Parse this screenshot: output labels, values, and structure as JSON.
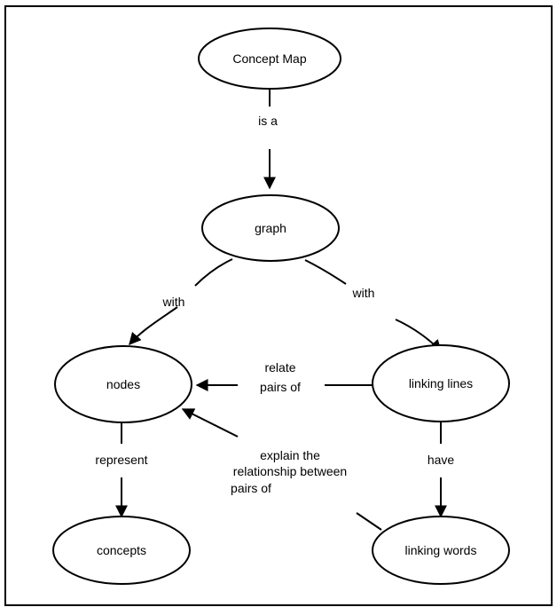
{
  "diagram": {
    "nodes": {
      "concept_map": "Concept Map",
      "graph": "graph",
      "nodes": "nodes",
      "linking_lines": "linking lines",
      "concepts": "concepts",
      "linking_words": "linking words"
    },
    "links": {
      "is_a": "is a",
      "with_left": "with",
      "with_right": "with",
      "relate_1": "relate",
      "relate_2": "pairs of",
      "represent": "represent",
      "have": "have",
      "explain_1": "explain the",
      "explain_2": "relationship between",
      "explain_3": "pairs of"
    }
  },
  "colors": {
    "stroke": "#000000",
    "background": "#ffffff"
  }
}
